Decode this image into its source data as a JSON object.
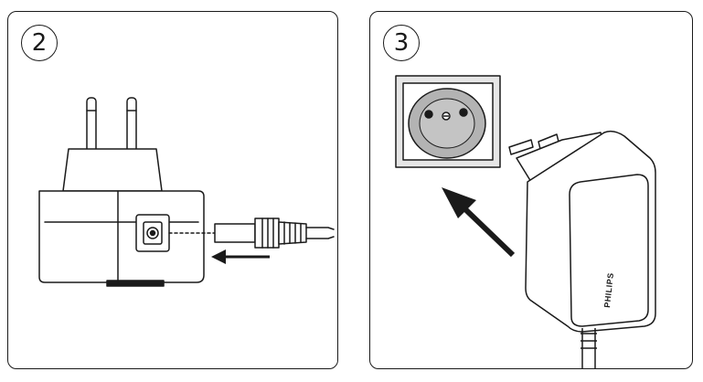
{
  "steps": [
    {
      "number": "2"
    },
    {
      "number": "3"
    }
  ],
  "brand": {
    "logo_text": "PHILIPS"
  },
  "colors": {
    "line": "#1a1a1a",
    "socket_face": "#b3b3b3",
    "wall_plate": "#e6e6e6",
    "adapter_face": "#ffffff"
  }
}
